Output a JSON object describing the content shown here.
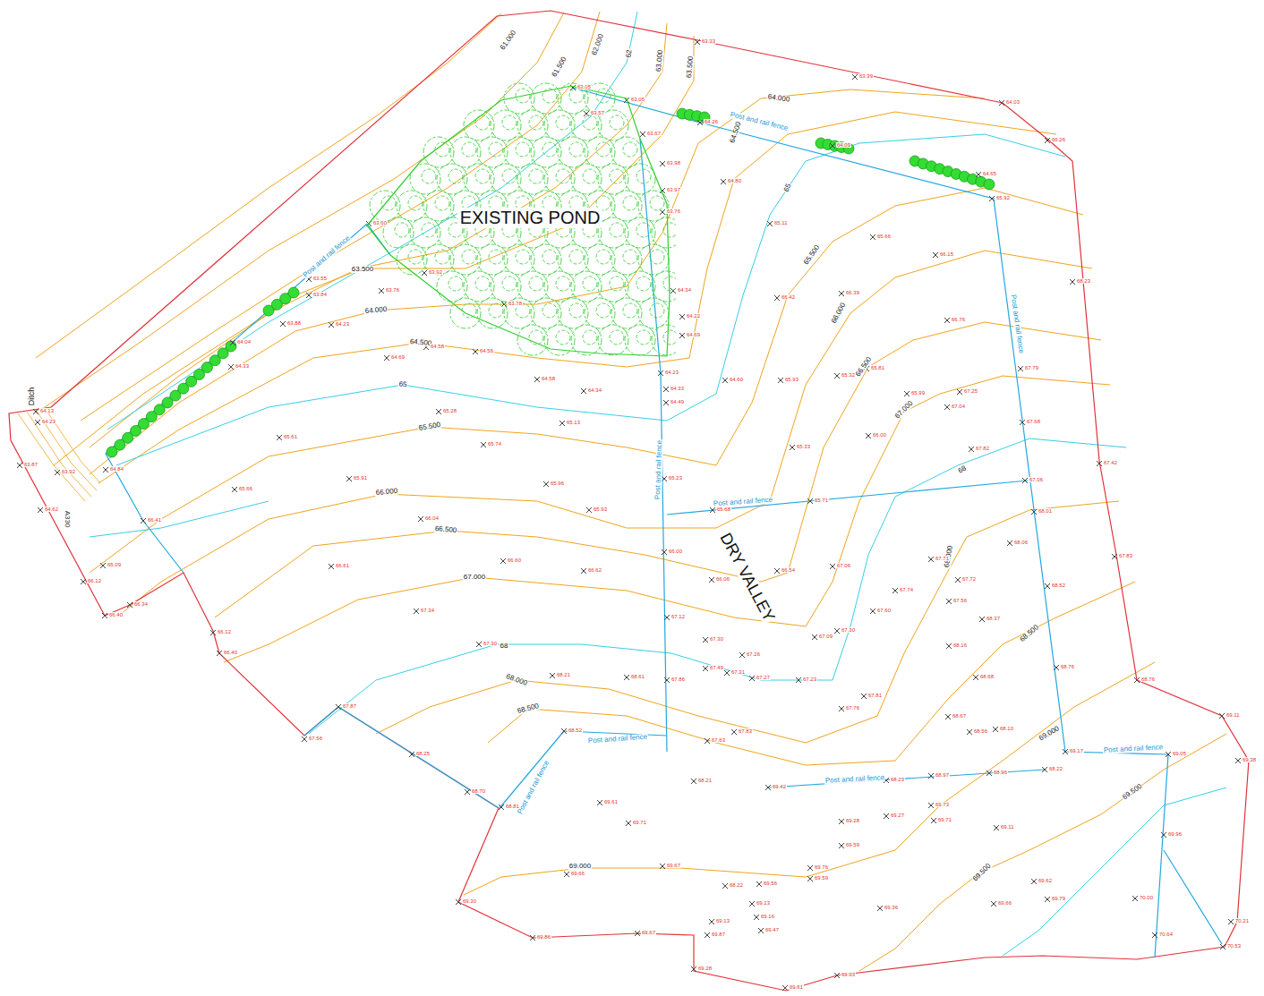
{
  "diagram": {
    "nodes": [
      {
        "text": [
          "EXISTING POND"
        ]
      }
    ],
    "labels": [
      "61.000",
      "61.500",
      "62.000",
      "62",
      "63.000",
      "63.500",
      "64.000",
      "64.500",
      "65",
      "65.500",
      "66.000",
      "66.500",
      "67.000",
      "68",
      "68.000",
      "68.500",
      "69.000",
      "69.500",
      "69.500",
      "69.000",
      "68.500",
      "68.000",
      "68",
      "67.000",
      "66.500",
      "66.000",
      "65.500",
      "65",
      "64.500",
      "64.000",
      "63.500",
      "Post and rail fence",
      "Post and rail fence",
      "Post and rail fence",
      "Post and rail fence",
      "Post and rail fence",
      "Post and rail fence",
      "Post and rail fence",
      "Post and rail fence",
      "Post and rail fence",
      "DRY VALLEY",
      "Ditch",
      "A330",
      "63.05",
      "63.05",
      "63.57",
      "63.67",
      "64.26",
      "64.09",
      "64.65",
      "65.92",
      "63.33",
      "63.39",
      "64.03",
      "66.26",
      "68.23",
      "67.42",
      "67.83",
      "68.76",
      "69.11",
      "69.38",
      "70.21",
      "70.53",
      "63.98",
      "63.97",
      "63.76",
      "64.80",
      "64.34",
      "64.22",
      "64.69",
      "64.23",
      "64.33",
      "64.60",
      "64.49",
      "64.34",
      "65.13",
      "64.58",
      "64.56",
      "64.58",
      "64.69",
      "64.23",
      "63.76",
      "63.84",
      "63.55",
      "63.88",
      "64.04",
      "64.33",
      "63.60",
      "63.92",
      "63.78",
      "64.13",
      "64.23",
      "64.84",
      "63.87",
      "63.92",
      "64.62",
      "66.41",
      "65.09",
      "66.12",
      "66.34",
      "66.40",
      "66.12",
      "66.40",
      "65.28",
      "65.61",
      "65.74",
      "65.66",
      "65.91",
      "65.96",
      "65.93",
      "66.04",
      "66.61",
      "66.60",
      "66.62",
      "67.34",
      "67.30",
      "65.11",
      "65.66",
      "66.15",
      "66.42",
      "66.39",
      "66.76",
      "65.93",
      "65.32",
      "65.81",
      "65.99",
      "67.04",
      "67.25",
      "66.00",
      "67.82",
      "67.79",
      "67.68",
      "67.06",
      "68.01",
      "65.23",
      "65.68",
      "65.71",
      "66.00",
      "66.54",
      "66.06",
      "65.33",
      "67.71",
      "68.06",
      "67.72",
      "67.56",
      "68.37",
      "67.12",
      "67.30",
      "67.49",
      "67.31",
      "67.27",
      "67.26",
      "67.23",
      "67.09",
      "67.30",
      "67.60",
      "67.74",
      "67.06",
      "68.16",
      "67.81",
      "67.76",
      "68.68",
      "68.76",
      "68.67",
      "68.56",
      "68.10",
      "68.52",
      "68.22",
      "69.17",
      "69.05",
      "68.21",
      "68.61",
      "67.86",
      "67.83",
      "67.63",
      "68.21",
      "68.52",
      "67.87",
      "67.56",
      "68.25",
      "68.70",
      "68.81",
      "69.61",
      "69.71",
      "69.42",
      "68.23",
      "68.97",
      "68.96",
      "69.28",
      "69.27",
      "69.59",
      "69.73",
      "69.71",
      "69.11",
      "69.66",
      "69.67",
      "69.30",
      "69.86",
      "69.67",
      "69.87",
      "70.00",
      "70.64",
      "69.96",
      "69.62",
      "69.36",
      "69.28",
      "69.93",
      "69.61",
      "69.79",
      "69.66",
      "69.76",
      "69.59",
      "69.56",
      "69.13",
      "69.16",
      "68.22",
      "69.47",
      "69.13"
    ]
  }
}
